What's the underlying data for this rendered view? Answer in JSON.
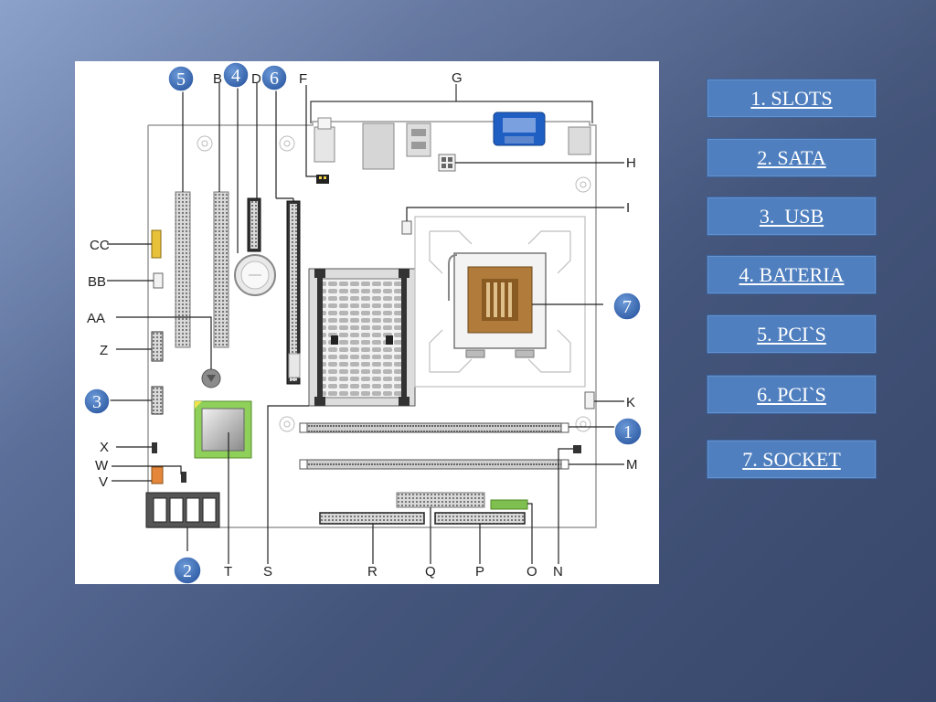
{
  "diagram": {
    "letter_labels": {
      "B": "B",
      "D": "D",
      "F": "F",
      "G": "G",
      "H": "H",
      "I": "I",
      "K": "K",
      "M": "M",
      "N": "N",
      "O": "O",
      "P": "P",
      "Q": "Q",
      "R": "R",
      "S": "S",
      "T": "T",
      "V": "V",
      "W": "W",
      "X": "X",
      "Z": "Z",
      "AA": "AA",
      "BB": "BB",
      "CC": "CC"
    },
    "number_markers": {
      "m1": "1",
      "m2": "2",
      "m3": "3",
      "m4": "4",
      "m5": "5",
      "m6": "6",
      "m7": "7"
    },
    "colors": {
      "marker_fill": "#3d6fb8",
      "vga_port": "#1f5fc4",
      "cpu_socket": "#b07b3b",
      "chipset": "#8fd05a",
      "board_outline": "#999999"
    }
  },
  "nav": [
    {
      "label": "1. SLOTS"
    },
    {
      "label": "2. SATA"
    },
    {
      "label": "3.  USB"
    },
    {
      "label": "4. BATERIA"
    },
    {
      "label": "5. PCI`S"
    },
    {
      "label": "6. PCI`S"
    },
    {
      "label": "7. SOCKET"
    }
  ]
}
